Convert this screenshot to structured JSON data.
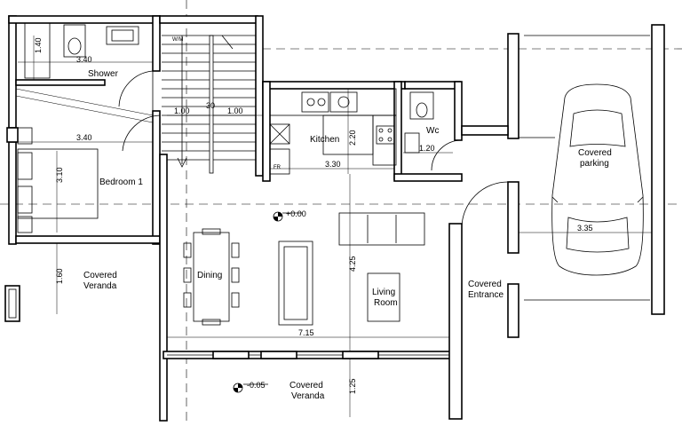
{
  "rooms": {
    "shower": "Shower",
    "bedroom": "Bedroom 1",
    "kitchen": "Kitchen",
    "wc": "Wc",
    "covered_parking_1": "Covered",
    "covered_parking_2": "parking",
    "dining": "Dining",
    "living_1": "Living",
    "living_2": "Room",
    "veranda_left_1": "Covered",
    "veranda_left_2": "Veranda",
    "entrance_1": "Covered",
    "entrance_2": "Entrance",
    "veranda_bottom_1": "Covered",
    "veranda_bottom_2": "Veranda"
  },
  "dimensions": {
    "d_1_40": "1.40",
    "d_3_40_top": "3.40",
    "d_1_00_a": "1.00",
    "d_30": "30",
    "d_1_00_b": "1.00",
    "d_3_40_mid": "3.40",
    "d_3_10": "3.10",
    "d_2_20": "2.20",
    "d_3_30": "3.30",
    "d_1_20": "1.20",
    "d_3_35": "3.35",
    "d_1_60": "1.60",
    "d_4_25": "4.25",
    "d_7_15": "7.15",
    "d_1_25": "1.25"
  },
  "levels": {
    "main": "+0.00",
    "veranda": "-0.05"
  },
  "annotations": {
    "wm": "W/M",
    "fr": "FR"
  }
}
